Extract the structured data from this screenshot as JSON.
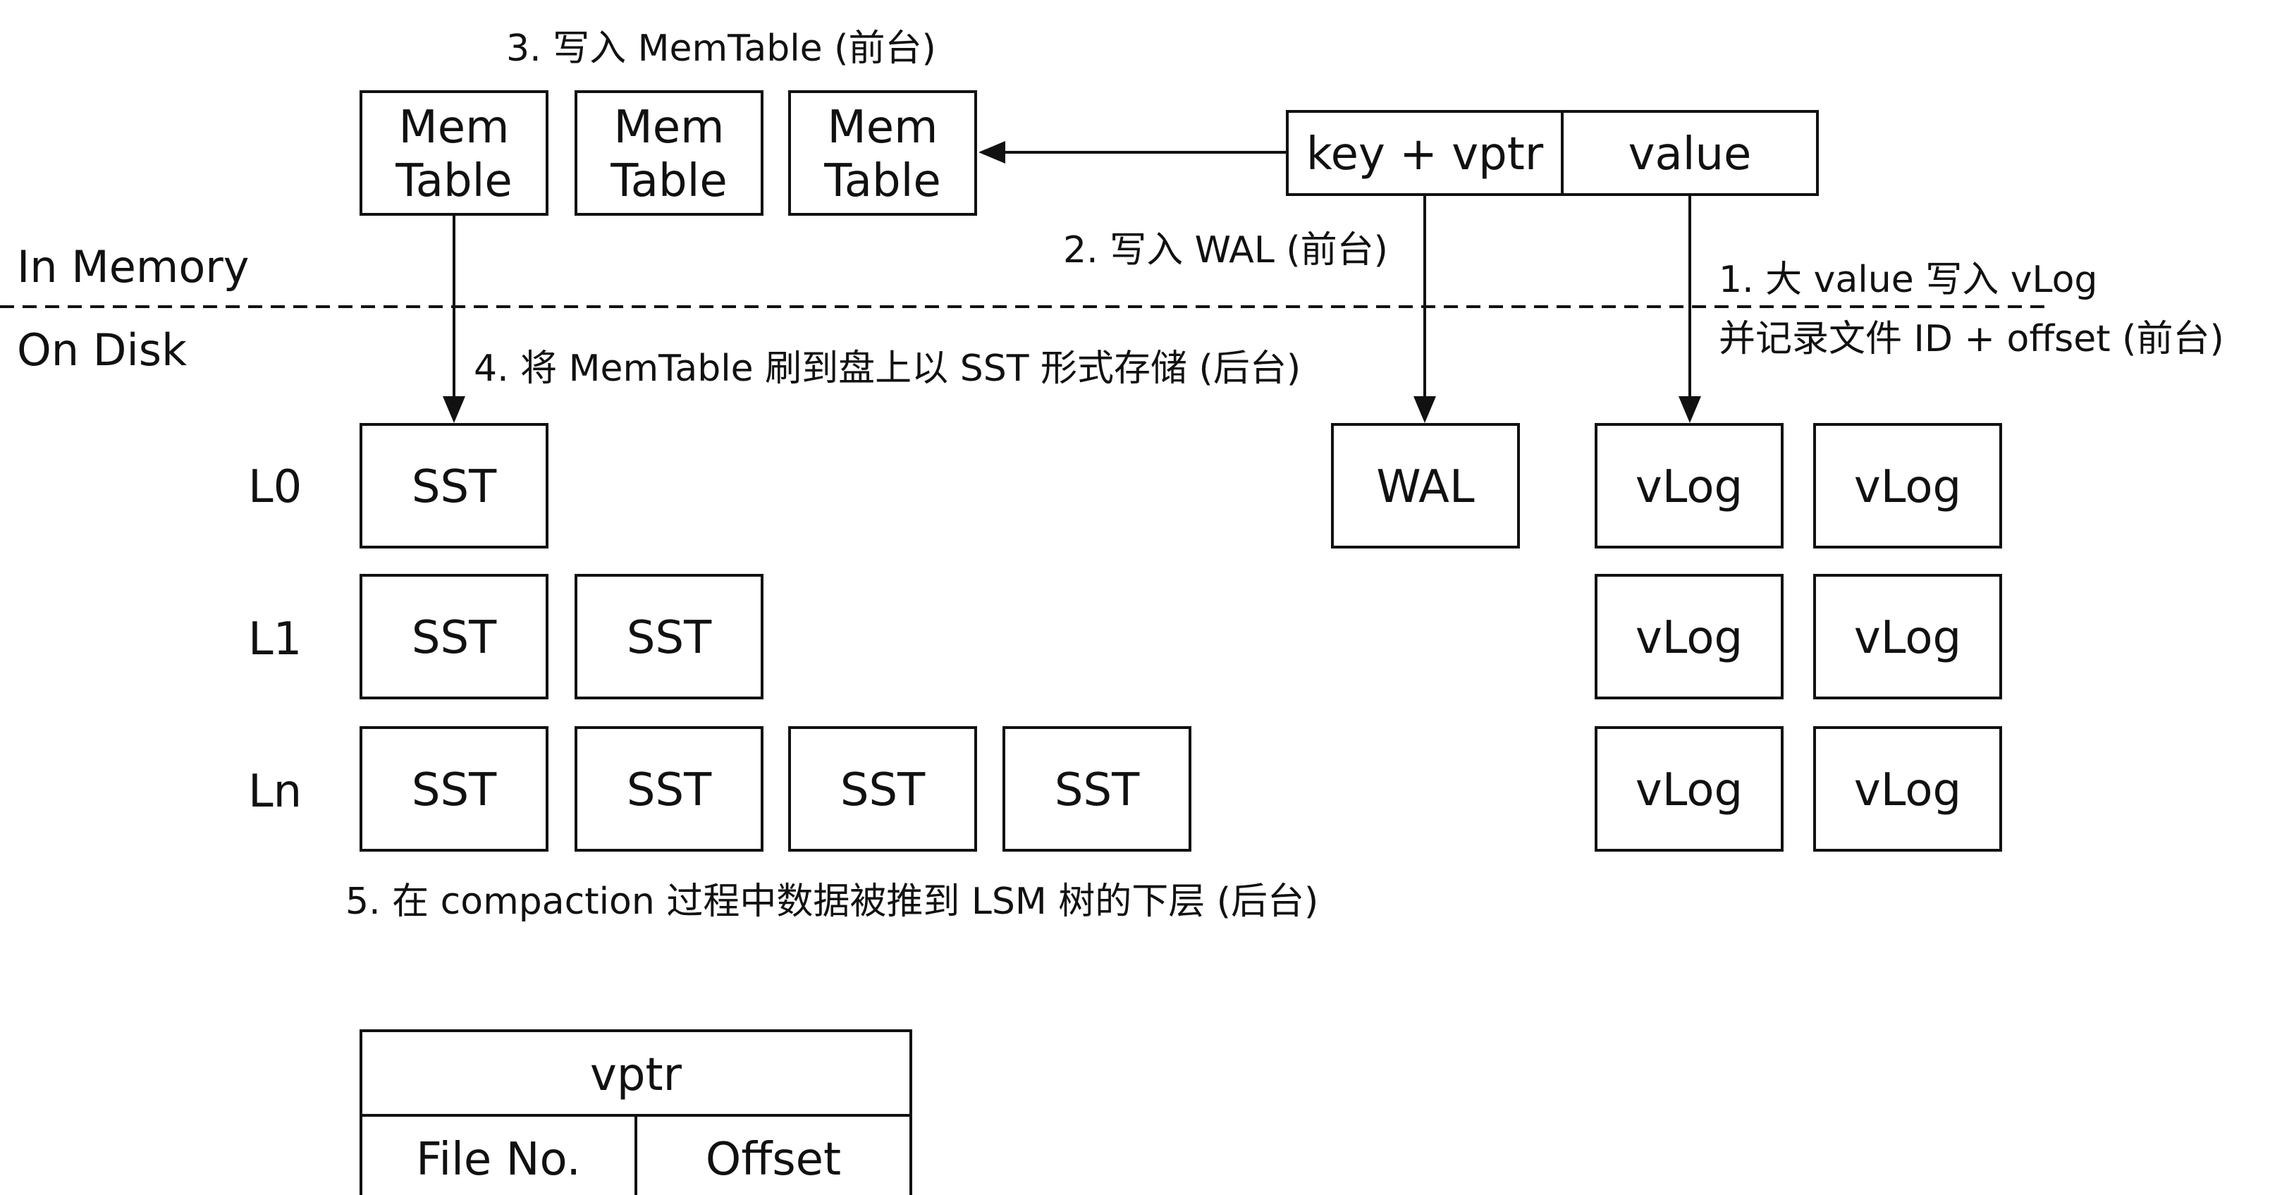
{
  "regions": {
    "in_memory": "In Memory",
    "on_disk": "On Disk"
  },
  "steps": {
    "step1_line1": "1. 大 value 写入 vLog",
    "step1_line2": "并记录文件 ID + offset (前台)",
    "step2": "2. 写入 WAL (前台)",
    "step3": "3. 写入 MemTable (前台)",
    "step4": "4. 将 MemTable 刷到盘上以 SST 形式存储 (后台)",
    "step5": "5. 在 compaction 过程中数据被推到 LSM 树的下层 (后台)"
  },
  "memtable": {
    "line1": "Mem",
    "line2": "Table"
  },
  "entry": {
    "key": "key + vptr",
    "value": "value"
  },
  "levels": {
    "l0": "L0",
    "l1": "L1",
    "ln": "Ln"
  },
  "sst_label": "SST",
  "wal_label": "WAL",
  "vlog_label": "vLog",
  "vptr_struct": {
    "title": "vptr",
    "file_no": "File No.",
    "offset": "Offset"
  }
}
